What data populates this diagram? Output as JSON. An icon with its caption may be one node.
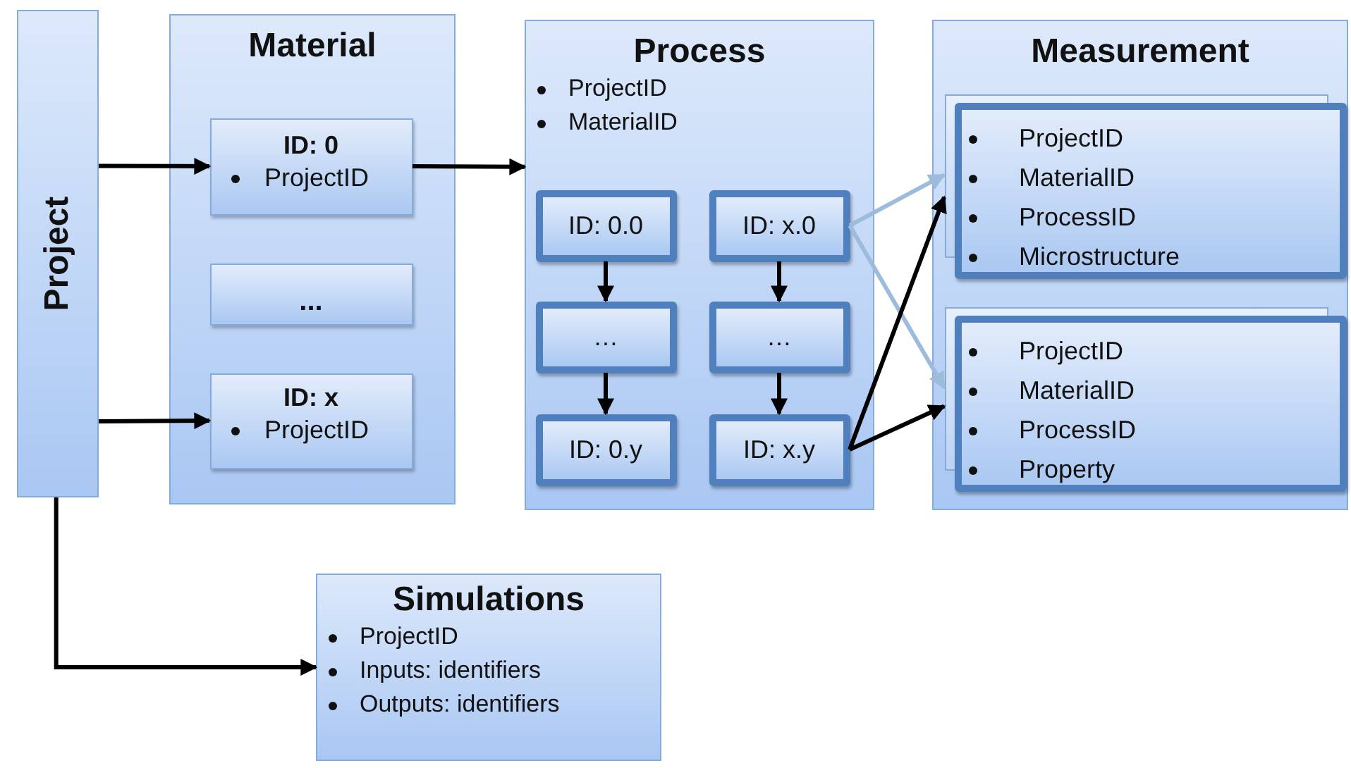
{
  "diagram": {
    "nodes": [
      {
        "text": [
          "Project"
        ]
      },
      {
        "text": [
          "Material"
        ]
      },
      {
        "text": [
          "ID: 0",
          "ProjectID"
        ],
        "in": 1
      },
      {
        "text": [
          "..."
        ],
        "in": 1
      },
      {
        "text": [
          "ID: x",
          "ProjectID"
        ],
        "in": 1
      },
      {
        "text": [
          "Process",
          "ProjectID",
          "MaterialID"
        ]
      },
      {
        "text": [
          "ID: 0.0"
        ],
        "in": 5
      },
      {
        "text": [
          "ID: x.0"
        ],
        "in": 5
      },
      {
        "text": [
          "…"
        ],
        "in": 5
      },
      {
        "text": [
          "…"
        ],
        "in": 5
      },
      {
        "text": [
          "ID: 0.y"
        ],
        "in": 5
      },
      {
        "text": [
          "ID: x.y"
        ],
        "in": 5
      },
      {
        "text": [
          "Measurement"
        ]
      },
      {
        "text": [
          "ProjectID",
          "MaterialID",
          "ProcessID",
          "Microstructure"
        ],
        "in": 12
      },
      {
        "text": [
          "ProjectID",
          "MaterialID",
          "ProcessID",
          "Property"
        ],
        "in": 12
      },
      {
        "text": [
          "Simulations",
          "ProjectID",
          "Inputs: identifiers",
          "Outputs: identifiers"
        ]
      }
    ],
    "edges": [
      {
        "from": 0,
        "to": 2,
        "arrow": "to"
      },
      {
        "from": 0,
        "to": 4,
        "arrow": "to"
      },
      {
        "from": 2,
        "to": 5,
        "arrow": "to"
      },
      {
        "from": 6,
        "to": 8,
        "arrow": "to"
      },
      {
        "from": 8,
        "to": 10,
        "arrow": "to"
      },
      {
        "from": 7,
        "to": 9,
        "arrow": "to"
      },
      {
        "from": 9,
        "to": 11,
        "arrow": "to"
      },
      {
        "from": 7,
        "to": 13,
        "arrow": "to",
        "color": "#9dbcdc"
      },
      {
        "from": 7,
        "to": 14,
        "arrow": "to",
        "color": "#9dbcdc"
      },
      {
        "from": 11,
        "to": 13,
        "arrow": "to"
      },
      {
        "from": 11,
        "to": 14,
        "arrow": "to"
      },
      {
        "from": 0,
        "to": 15,
        "arrow": "to"
      }
    ]
  }
}
